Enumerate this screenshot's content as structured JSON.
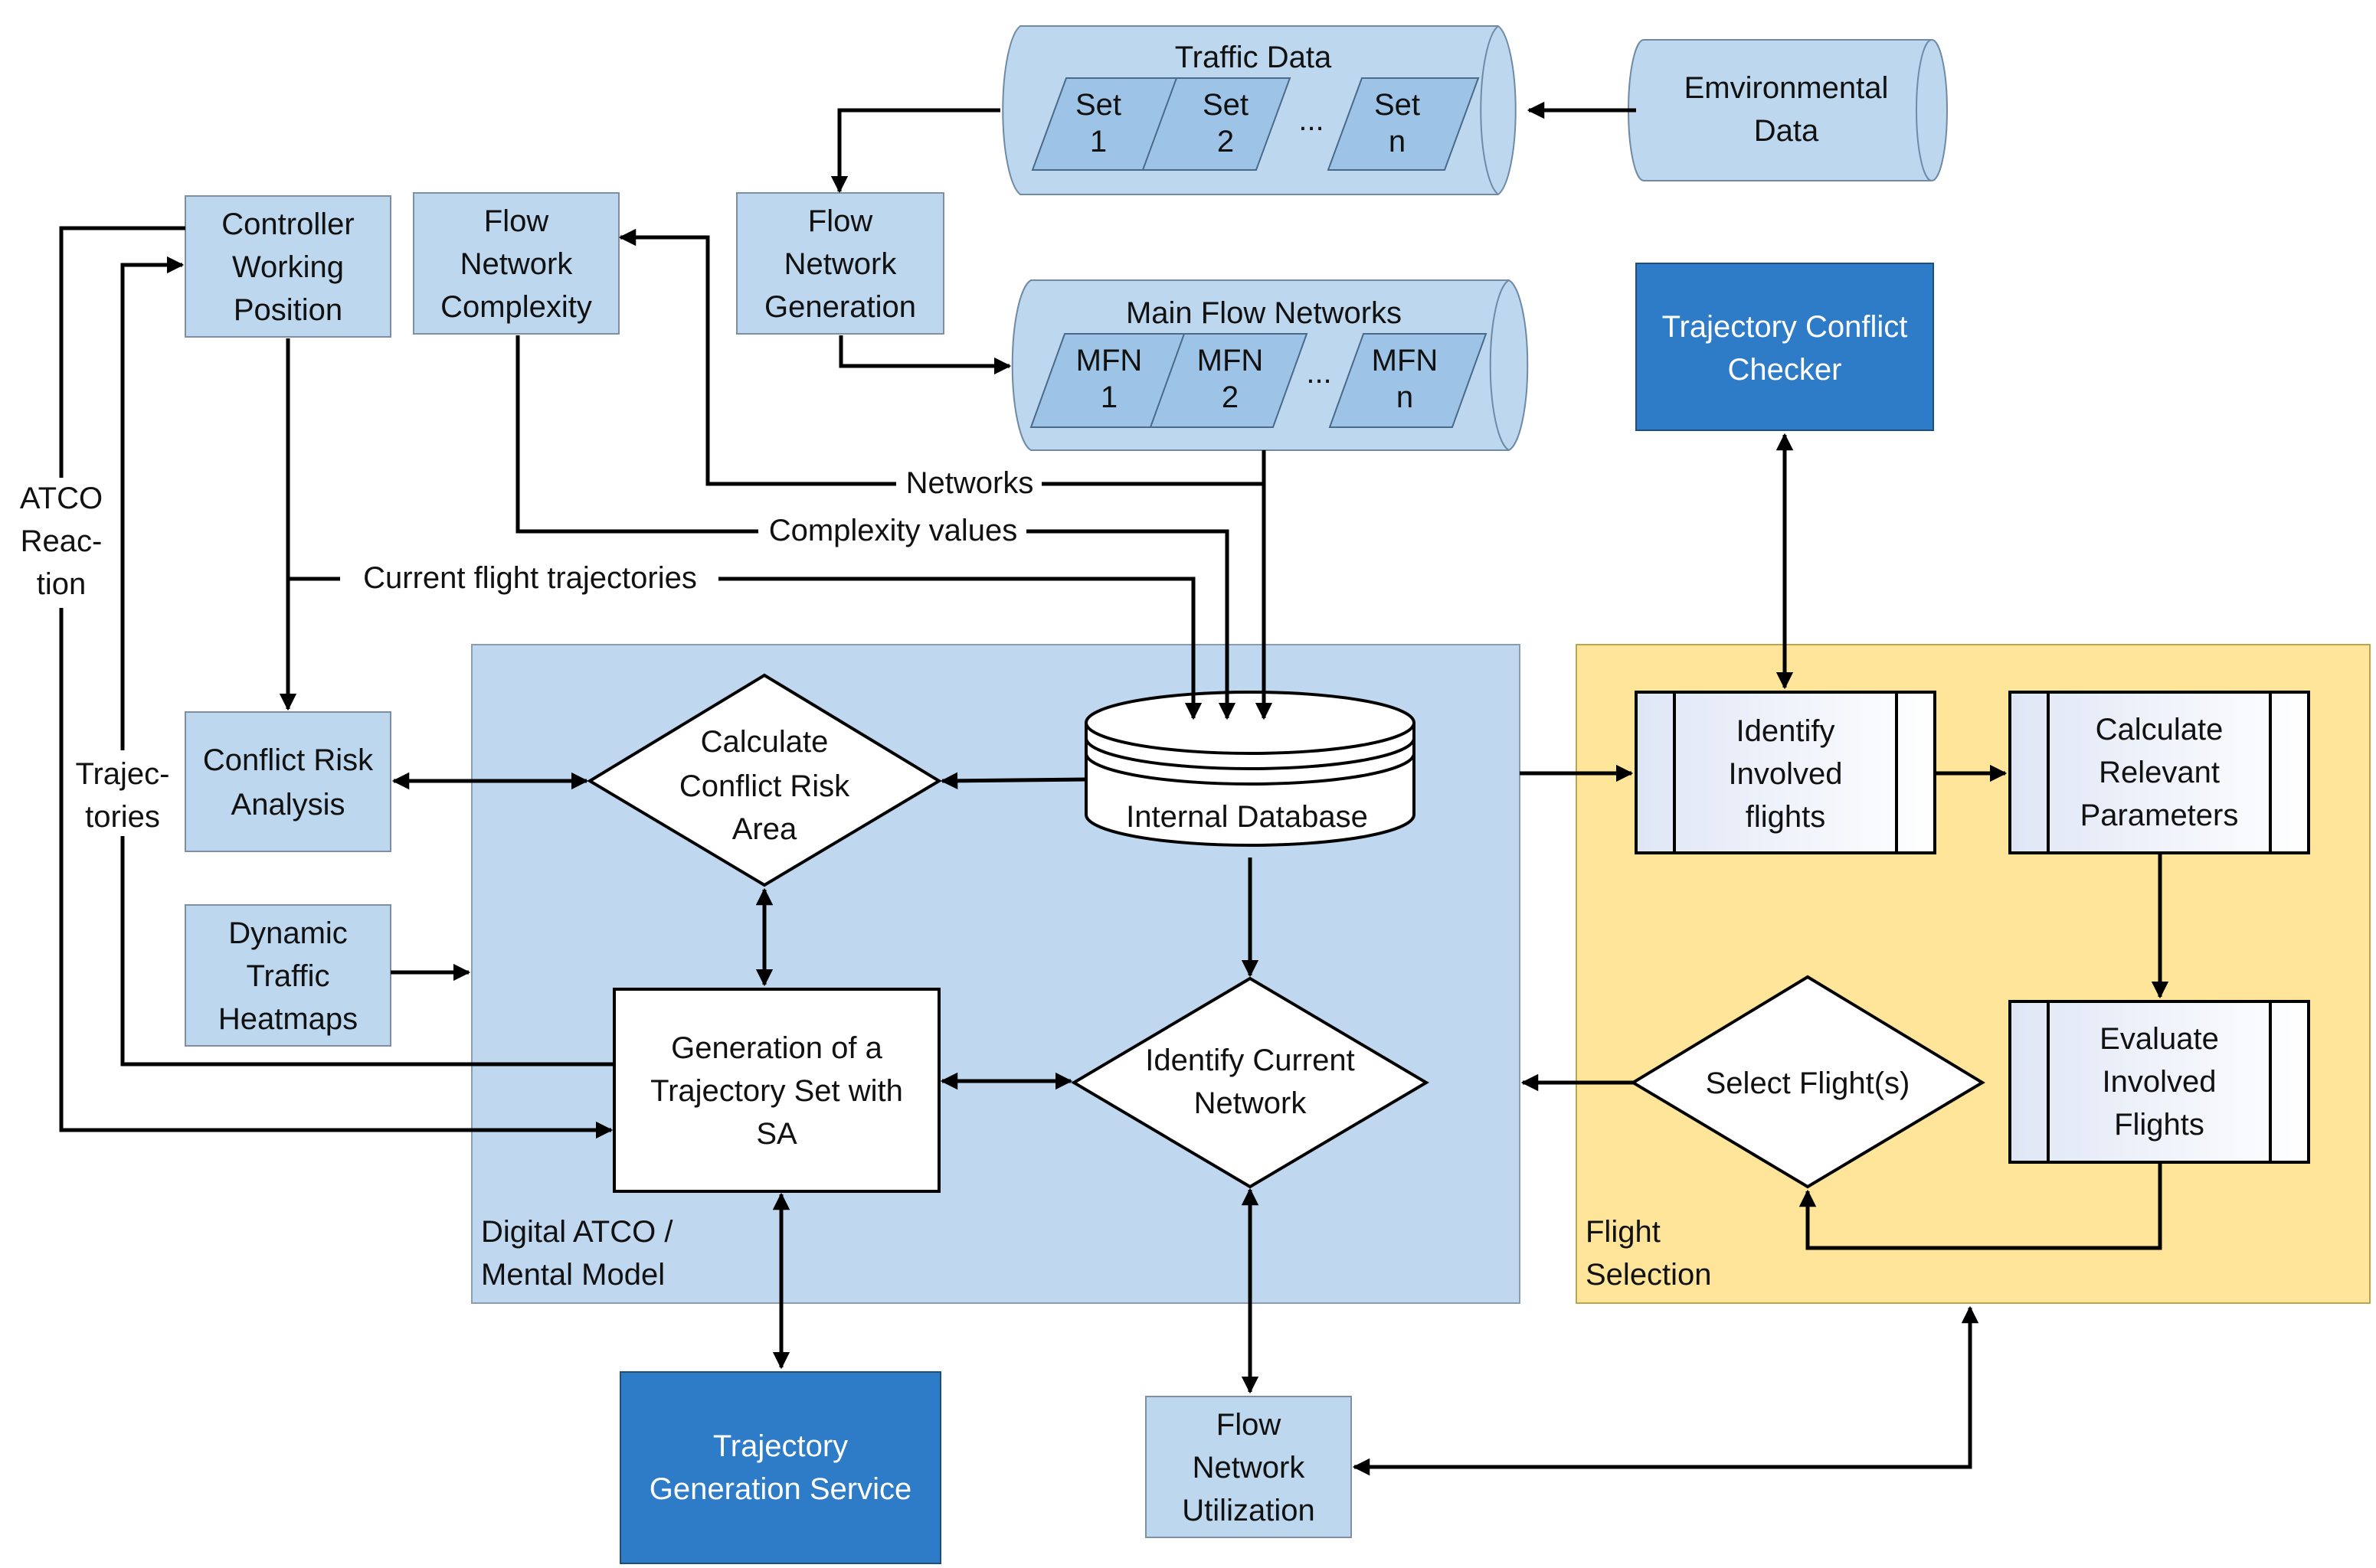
{
  "colors": {
    "light_blue": "#BDD7EE",
    "panel_blue": "#BFD7EF",
    "dark_blue": "#2E7BC7",
    "cylinder_inner": "#9DC3E6",
    "yellow_panel": "#FFE599",
    "line": "#000000"
  },
  "panels": {
    "digital_atco": [
      "Digital ATCO /",
      "Mental Model"
    ],
    "flight_selection": [
      "Flight",
      "Selection"
    ]
  },
  "stores": {
    "traffic_data": {
      "title": "Traffic Data",
      "items": [
        [
          "Set",
          "1"
        ],
        [
          "Set",
          "2"
        ],
        [
          "Set",
          "n"
        ]
      ],
      "ellipsis": "..."
    },
    "environmental_data": [
      "Emvironmental",
      "Data"
    ],
    "main_flow_networks": {
      "title": "Main Flow Networks",
      "items": [
        [
          "MFN",
          "1"
        ],
        [
          "MFN",
          "2"
        ],
        [
          "MFN",
          "n"
        ]
      ],
      "ellipsis": "..."
    },
    "internal_database": "Internal Database"
  },
  "boxes": {
    "controller_working_position": [
      "Controller",
      "Working",
      "Position"
    ],
    "flow_network_complexity": [
      "Flow",
      "Network",
      "Complexity"
    ],
    "flow_network_generation": [
      "Flow",
      "Network",
      "Generation"
    ],
    "trajectory_conflict_checker": [
      "Trajectory Conflict",
      "Checker"
    ],
    "conflict_risk_analysis": [
      "Conflict Risk",
      "Analysis"
    ],
    "dynamic_traffic_heatmaps": [
      "Dynamic",
      "Traffic",
      "Heatmaps"
    ],
    "generation_trajectory_set": [
      "Generation of a",
      "Trajectory Set with",
      "SA"
    ],
    "trajectory_generation_service": [
      "Trajectory",
      "Generation Service"
    ],
    "flow_network_utilization": [
      "Flow",
      "Network",
      "Utilization"
    ],
    "identify_involved_flights": [
      "Identify",
      "Involved",
      "flights"
    ],
    "calculate_relevant_parameters": [
      "Calculate",
      "Relevant",
      "Parameters"
    ],
    "evaluate_involved_flights": [
      "Evaluate",
      "Involved",
      "Flights"
    ]
  },
  "decisions": {
    "calculate_conflict_risk_area": [
      "Calculate",
      "Conflict Risk",
      "Area"
    ],
    "identify_current_network": [
      "Identify Current",
      "Network"
    ],
    "select_flights": [
      "Select Flight(s)"
    ]
  },
  "edge_labels": {
    "networks": "Networks",
    "complexity_values": "Complexity values",
    "current_flight_trajectories": "Current flight trajectories",
    "atco_reaction": [
      "ATCO",
      "Reac-",
      "tion"
    ],
    "trajectories": [
      "Trajec-",
      "tories"
    ]
  }
}
